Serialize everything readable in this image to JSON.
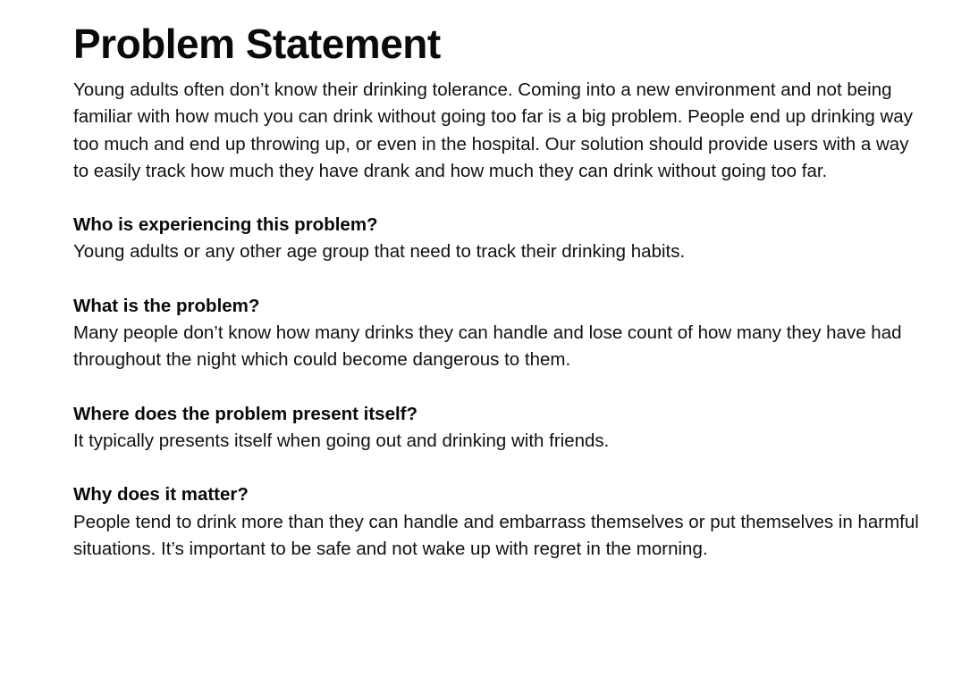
{
  "title": "Problem Statement",
  "intro": "Young adults often don’t know their drinking tolerance. Coming into a new environment and not being familiar with how much you can drink without going too far is a big problem. People end up drinking way too much and end up throwing up, or even in the hospital. Our solution should provide users with a way to easily track how much they have drank and how much they can drink without going too far.",
  "sections": [
    {
      "question": "Who is experiencing this problem?",
      "answer": "Young adults or any other age group that need to track their drinking habits."
    },
    {
      "question": "What is the problem?",
      "answer": "Many people don’t know how many drinks they can handle and lose count of how many they have had throughout the night which could become dangerous to them."
    },
    {
      "question": "Where does the problem present itself?",
      "answer": "It typically presents itself when going out and drinking with friends."
    },
    {
      "question": "Why does it matter?",
      "answer": "People tend to drink more than they can handle and embarrass themselves or put themselves in harmful situations. It’s important to be safe and not wake up with regret in the morning."
    }
  ]
}
